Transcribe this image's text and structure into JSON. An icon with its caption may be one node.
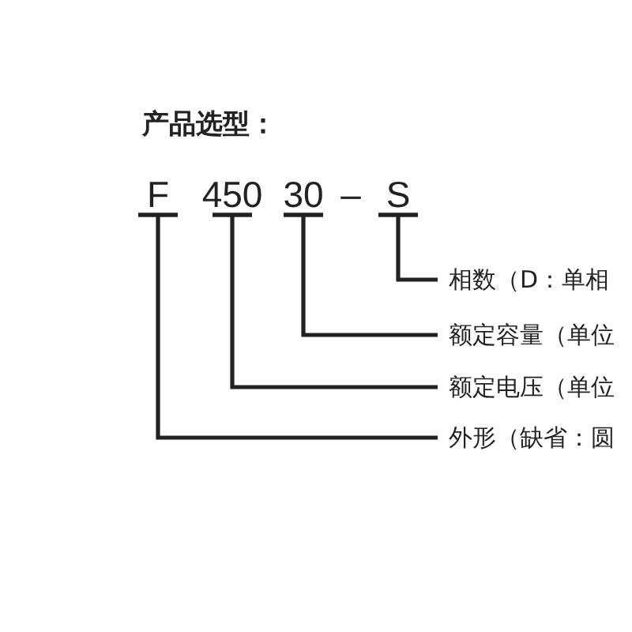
{
  "diagram": {
    "title": "产品选型：",
    "nodes": [
      {
        "text": [
          "F"
        ]
      },
      {
        "text": [
          "450"
        ]
      },
      {
        "text": [
          "30"
        ]
      },
      {
        "text": [
          "S"
        ]
      },
      {
        "text": [
          "相数（D：单相"
        ]
      },
      {
        "text": [
          "额定容量（单位"
        ]
      },
      {
        "text": [
          "额定电压（单位"
        ]
      },
      {
        "text": [
          "外形（缺省：圆"
        ]
      }
    ],
    "edges": [
      {
        "from": 4,
        "to": 3,
        "arrow": "other"
      },
      {
        "from": 5,
        "to": 2,
        "arrow": "other"
      },
      {
        "from": 6,
        "to": 1,
        "arrow": "other"
      },
      {
        "from": 7,
        "to": 0,
        "arrow": "other"
      }
    ],
    "labels": [
      "–"
    ]
  }
}
